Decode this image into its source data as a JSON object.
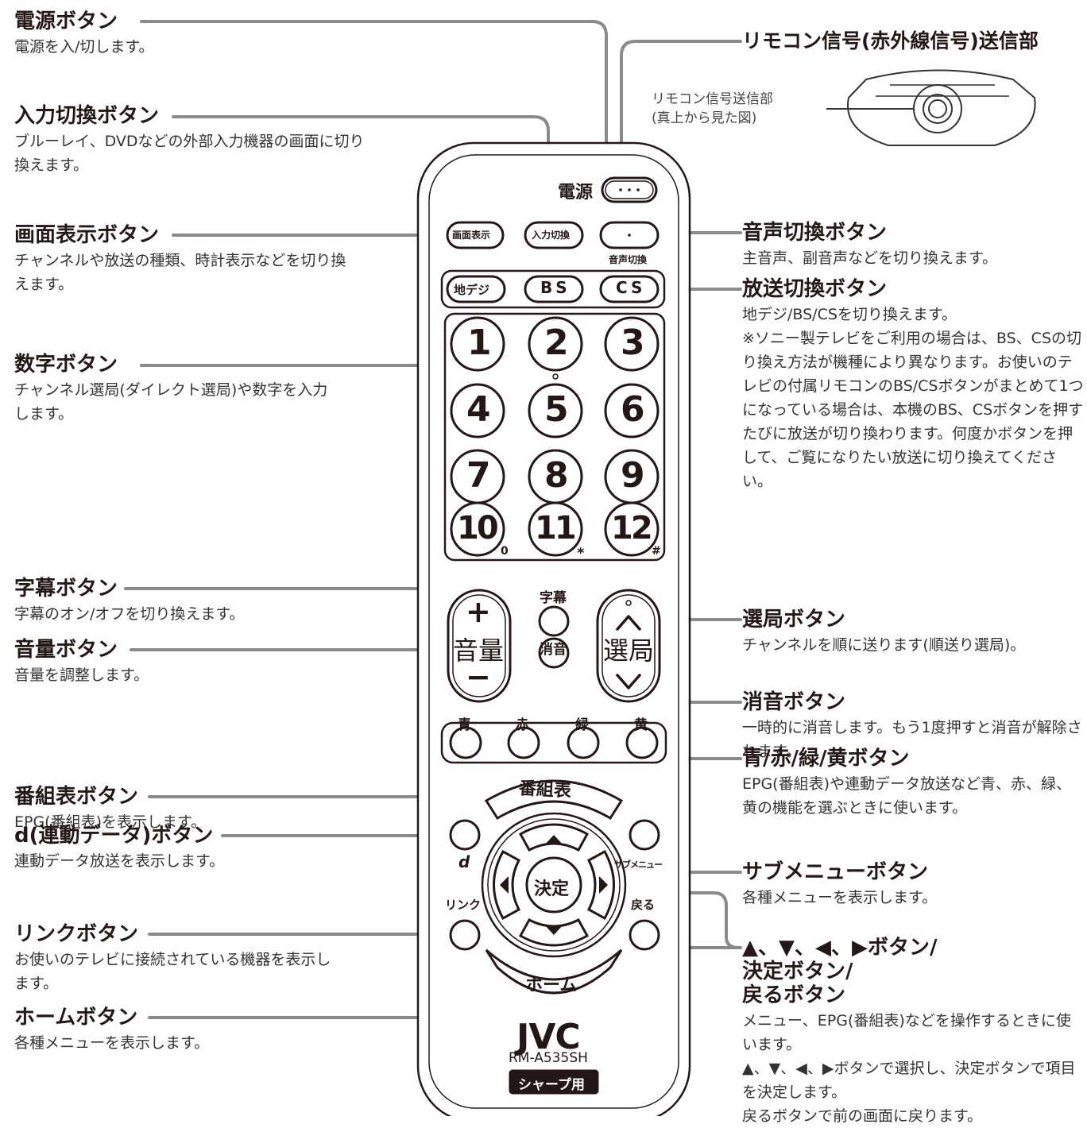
{
  "callouts": {
    "power": {
      "title": "電源ボタン",
      "desc": "電源を入/切します。"
    },
    "input": {
      "title": "入力切換ボタン",
      "desc": "ブルーレイ、DVDなどの外部入力機器の画面に切り換えます。"
    },
    "display": {
      "title": "画面表示ボタン",
      "desc": "チャンネルや放送の種類、時計表示などを切り換えます。"
    },
    "number": {
      "title": "数字ボタン",
      "desc": "チャンネル選局(ダイレクト選局)や数字を入力します。"
    },
    "subtitle": {
      "title": "字幕ボタン",
      "desc": "字幕のオン/オフを切り換えます。"
    },
    "volume": {
      "title": "音量ボタン",
      "desc": "音量を調整します。"
    },
    "guide": {
      "title": "番組表ボタン",
      "desc": "EPG(番組表)を表示します。"
    },
    "d": {
      "title": "d(連動データ)ボタン",
      "desc": "連動データ放送を表示します。"
    },
    "link": {
      "title": "リンクボタン",
      "desc": "お使いのテレビに接続されている機器を表示します。"
    },
    "home": {
      "title": "ホームボタン",
      "desc": "各種メニューを表示します。"
    },
    "ir": {
      "title": "リモコン信号(赤外線信号)送信部",
      "inset_label_1": "リモコン信号送信部",
      "inset_label_2": "(真上から見た図)"
    },
    "audio": {
      "title": "音声切換ボタン",
      "desc": "主音声、副音声などを切り換えます。"
    },
    "broadcast": {
      "title": "放送切換ボタン",
      "desc": "地デジ/BS/CSを切り換えます。",
      "note": "※ソニー製テレビをご利用の場合は、BS、CSの切り換え方法が機種により異なります。お使いのテレビの付属リモコンのBS/CSボタンがまとめて1つになっている場合は、本機のBS、CSボタンを押すたびに放送が切り換わります。何度かボタンを押して、ご覧になりたい放送に切り換えてください。"
    },
    "channel": {
      "title": "選局ボタン",
      "desc": "チャンネルを順に送ります(順送り選局)。"
    },
    "mute": {
      "title": "消音ボタン",
      "desc": "一時的に消音します。もう1度押すと消音が解除されます。"
    },
    "color": {
      "title": "青/赤/緑/黄ボタン",
      "desc": "EPG(番組表)や連動データ放送など青、赤、緑、黄の機能を選ぶときに使います。"
    },
    "submenu": {
      "title": "サブメニューボタン",
      "desc": "各種メニューを表示します。"
    },
    "arrows": {
      "title_1": "▲、▼、◀、▶ボタン/",
      "title_2": "決定ボタン/",
      "title_3": "戻るボタン",
      "desc": "メニュー、EPG(番組表)などを操作するときに使います。",
      "desc_2": "▲、▼、◀、▶ボタンで選択し、決定ボタンで項目を決定します。",
      "desc_3": "戻るボタンで前の画面に戻ります。"
    }
  },
  "remote": {
    "power_label": "電源",
    "display_btn": "画面表示",
    "input_btn": "入力切換",
    "audio_label": "音声切換",
    "tdigi_btn": "地デジ",
    "bs_btn": "BS",
    "cs_btn": "CS",
    "numbers": [
      "1",
      "2",
      "3",
      "4",
      "5",
      "6",
      "7",
      "8",
      "9",
      "10",
      "11",
      "12"
    ],
    "sub_0": "0",
    "sub_star": "*",
    "sub_hash": "#",
    "subtitle_label": "字幕",
    "mute_label": "消音",
    "vol_plus": "+",
    "vol_label": "音量",
    "vol_minus": "−",
    "ch_label": "選局",
    "color_labels": [
      "青",
      "赤",
      "緑",
      "黄"
    ],
    "guide_btn": "番組表",
    "enter_btn": "決定",
    "home_btn": "ホーム",
    "d_label": "d",
    "submenu_label": "サブメニュー",
    "link_label": "リンク",
    "back_label": "戻る",
    "brand": "JVC",
    "model": "RM-A535SH",
    "for_label": "シャープ用"
  },
  "colors": {
    "line": "#8a8a8a",
    "ink": "#231815"
  }
}
